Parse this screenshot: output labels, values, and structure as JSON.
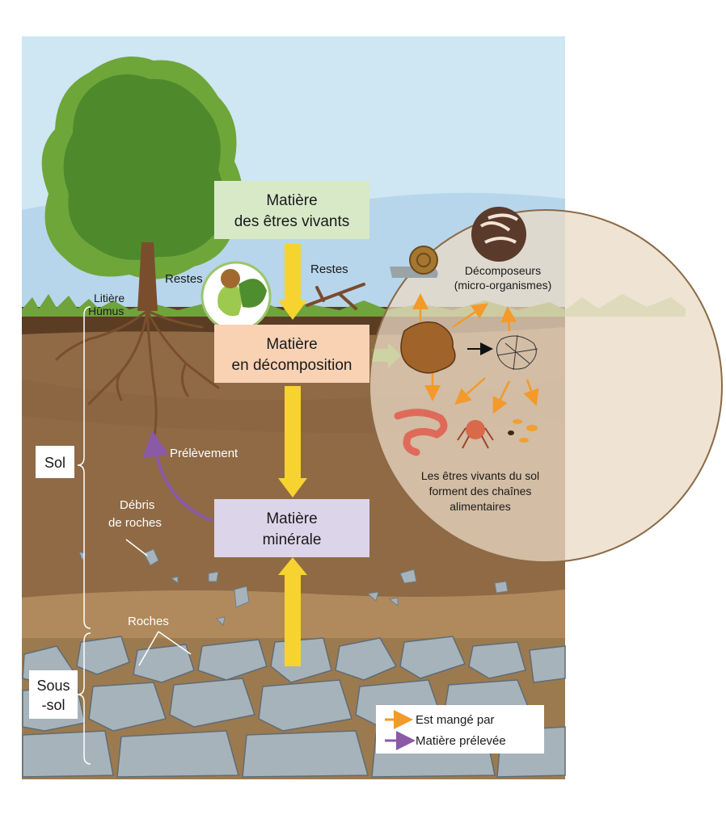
{
  "boxes": {
    "living": {
      "line1": "Matière",
      "line2": "des êtres vivants",
      "color": "#d8e9c8"
    },
    "decomp": {
      "line1": "Matière",
      "line2": "en décomposition",
      "color": "#f9d2b4"
    },
    "mineral": {
      "line1": "Matière",
      "line2": "minérale",
      "color": "#dcd5ea"
    }
  },
  "labels": {
    "restes_left": "Restes",
    "restes_right": "Restes",
    "litiere": "Litière",
    "humus": "Humus",
    "prelevement": "Prélèvement",
    "debris_line1": "Débris",
    "debris_line2": "de roches",
    "roches": "Roches",
    "sol": "Sol",
    "sous_sol_line1": "Sous",
    "sous_sol_line2": "-sol",
    "decomposeurs_line1": "Décomposeurs",
    "decomposeurs_line2": "(micro-organismes)",
    "chains_line1": "Les êtres vivants du sol",
    "chains_line2": "forment des chaînes",
    "chains_line3": "alimentaires"
  },
  "legend": {
    "eaten": {
      "label": "Est mangé par",
      "color": "#f39a2a"
    },
    "taken": {
      "label": "Matière prélevée",
      "color": "#8a5aa8"
    }
  },
  "colors": {
    "sky": "#cfe6f3",
    "soil_top": "#7d5a3a",
    "soil_mid": "#9a7650",
    "soil_deep": "#b08a5c",
    "rock": "#a7b3bb",
    "flow_arrow": "#f7d330",
    "green_arrow": "#7cc04b"
  }
}
